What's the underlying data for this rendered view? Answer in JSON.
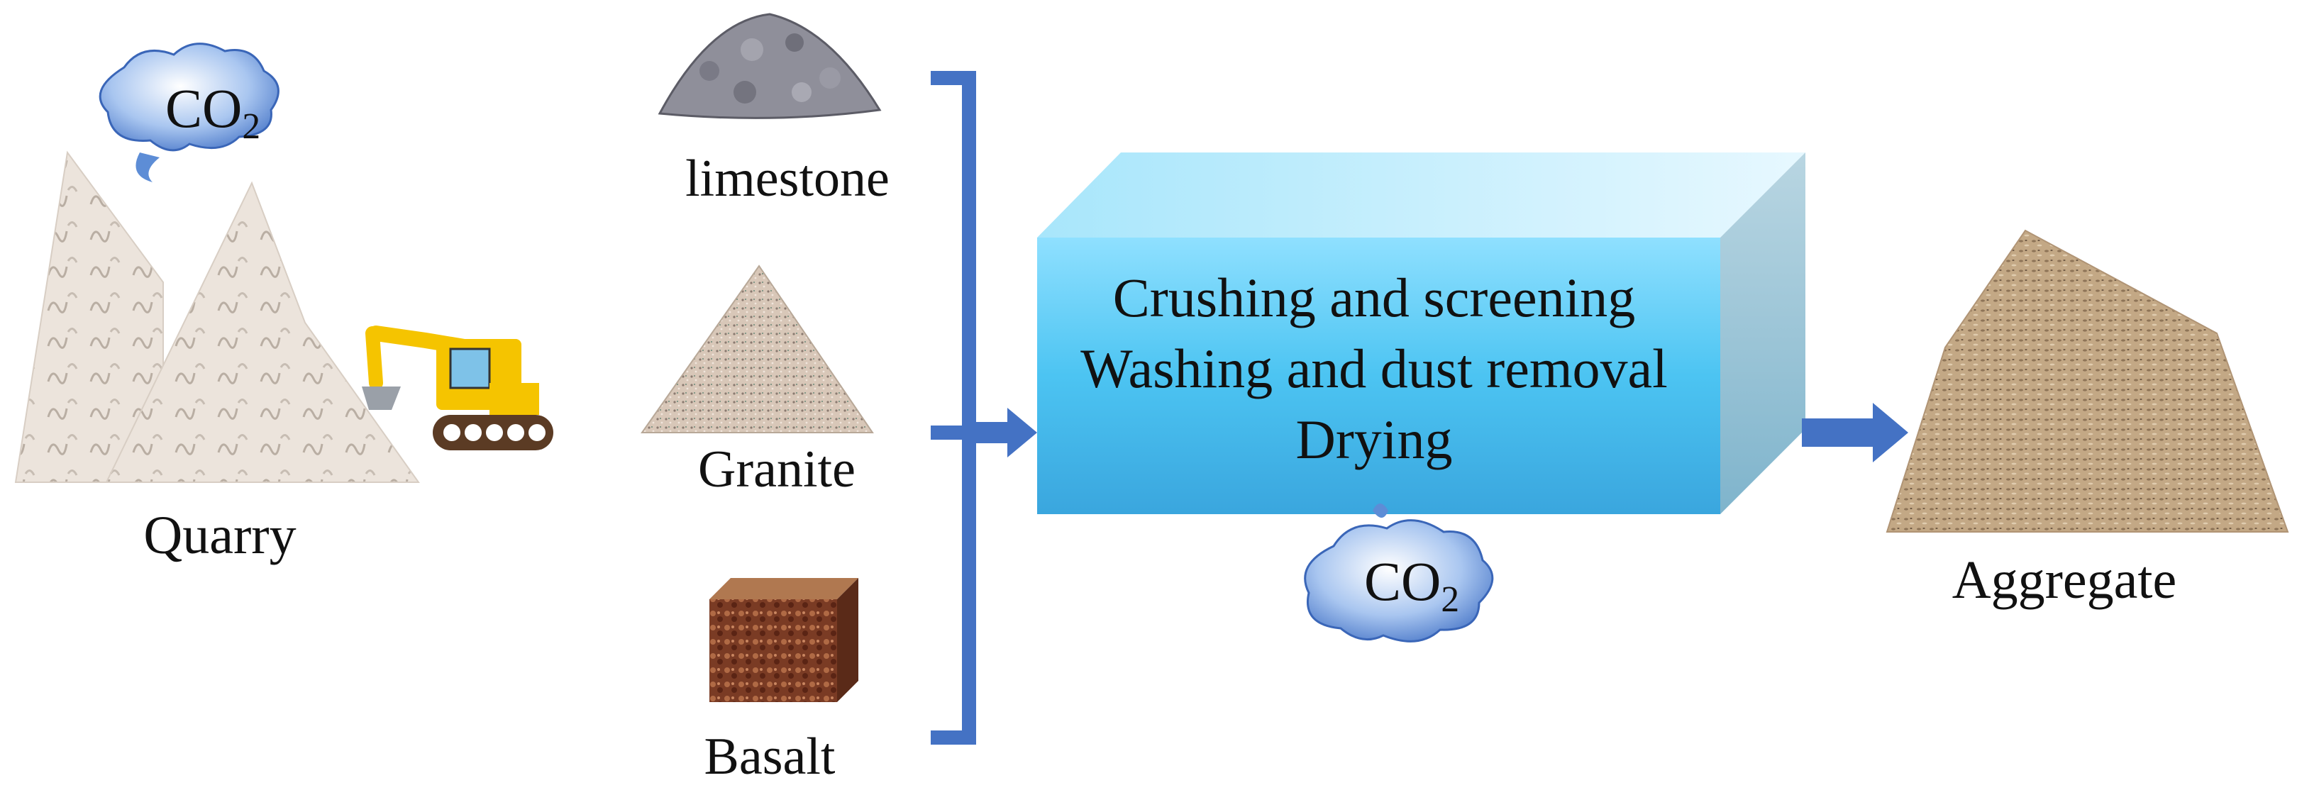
{
  "sources": {
    "quarry": "Quarry",
    "co2_base": "CO",
    "co2_sub": "2"
  },
  "materials": [
    {
      "label": "limestone"
    },
    {
      "label": "Granite"
    },
    {
      "label": "Basalt"
    }
  ],
  "process": {
    "lines": [
      "Crushing and screening",
      "Washing and dust removal",
      "Drying"
    ],
    "co2_base": "CO",
    "co2_sub": "2"
  },
  "output": {
    "label": "Aggregate"
  },
  "colors": {
    "connector": "#4472c4",
    "box_front": "#4fc3f0",
    "box_top": "#b6eaff",
    "box_side": "#8fb9cc",
    "cloud": "#5b8fd6",
    "excavator": "#f5c400"
  }
}
